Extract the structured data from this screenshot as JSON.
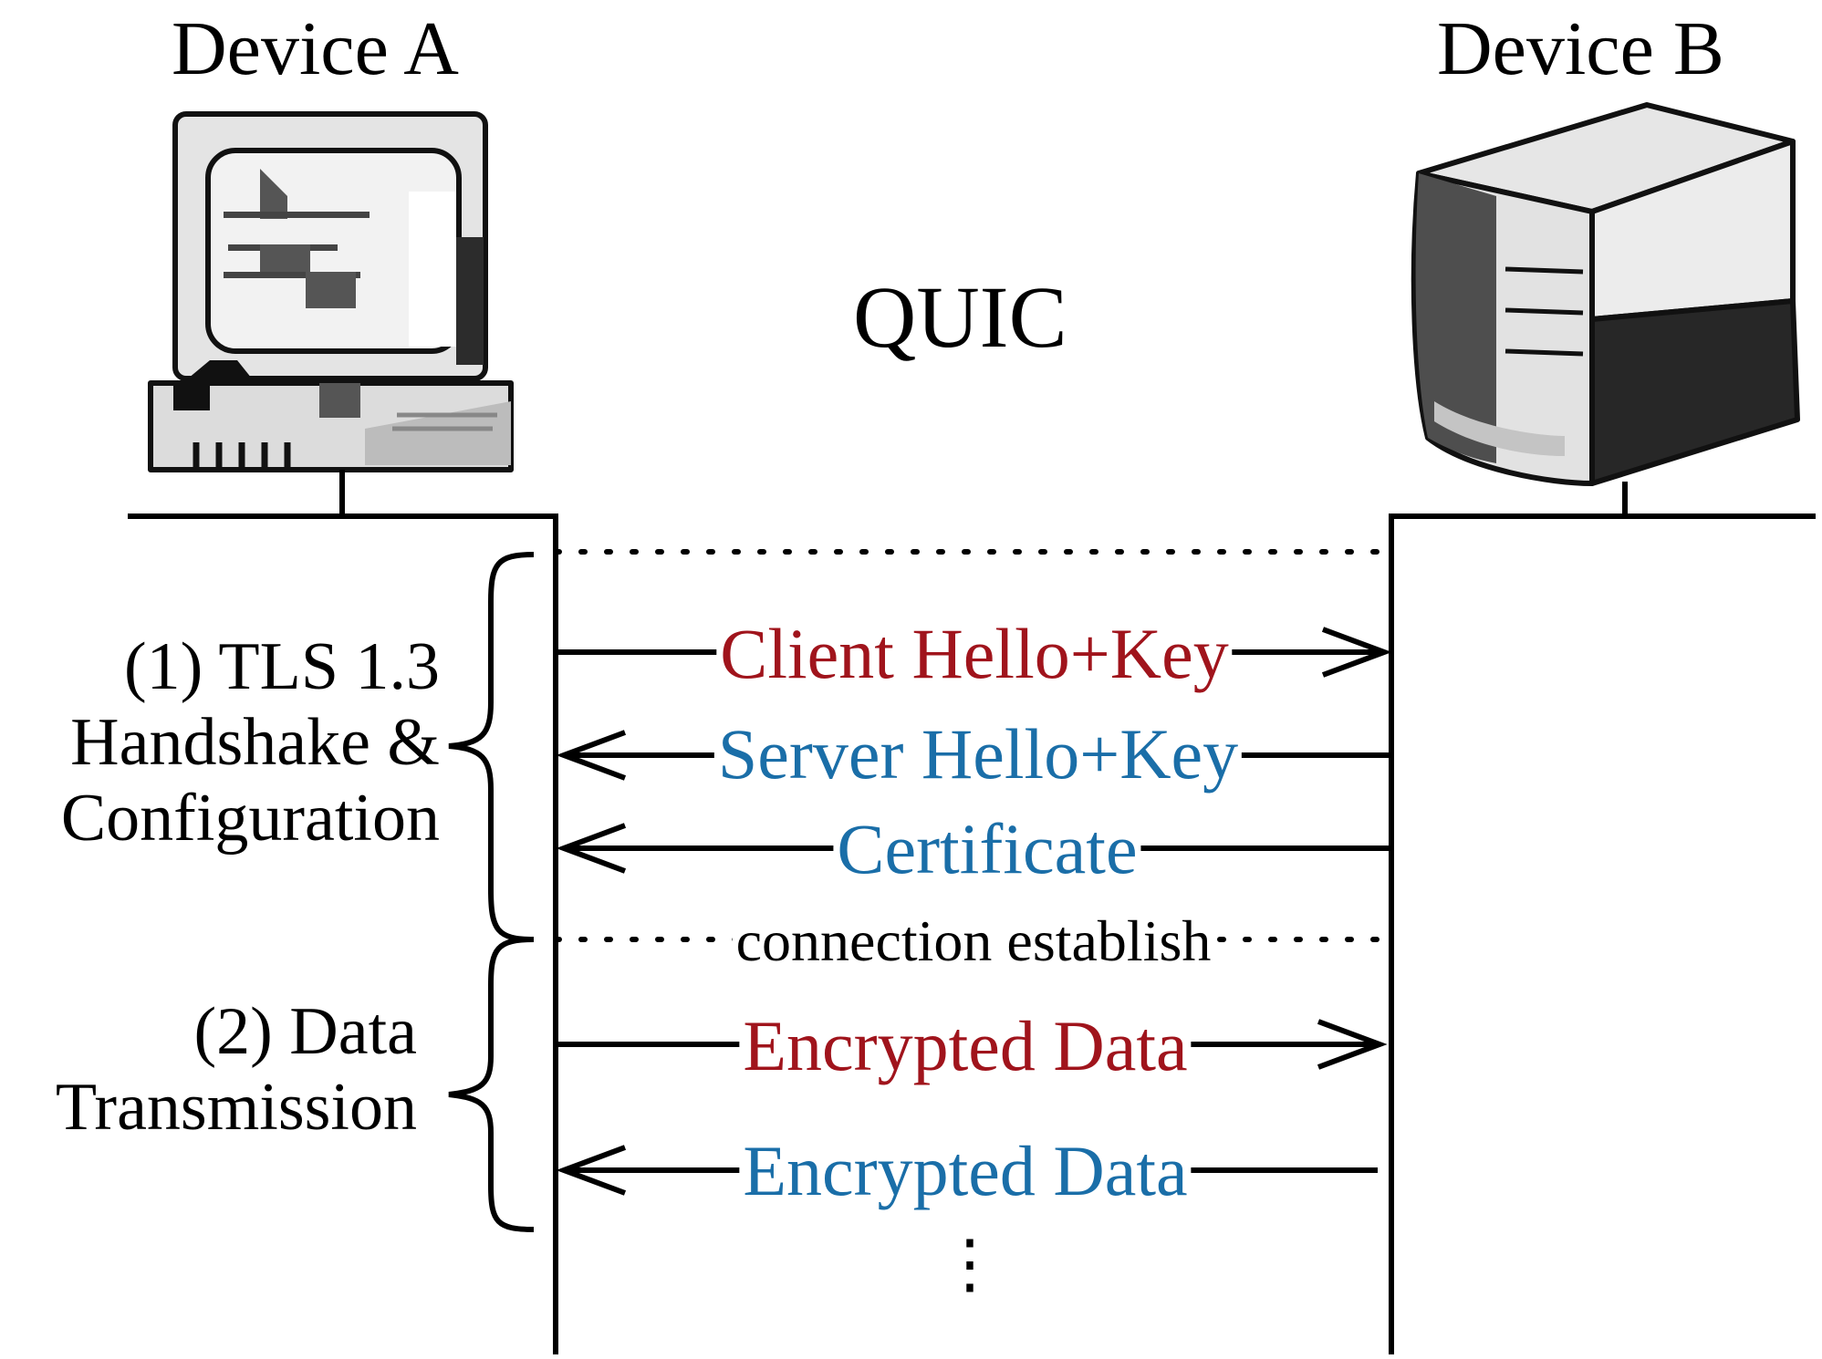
{
  "title": "QUIC",
  "devices": {
    "a": {
      "label": "Device A",
      "icon": "desktop-computer-icon"
    },
    "b": {
      "label": "Device B",
      "icon": "server-icon"
    }
  },
  "phases": [
    {
      "lines": [
        "(1) TLS 1.3",
        "Handshake &",
        "Configuration"
      ]
    },
    {
      "lines": [
        "(2) Data",
        "Transmission"
      ]
    }
  ],
  "messages": [
    {
      "label": "Client Hello+Key",
      "direction": "a-to-b",
      "color": "#a0141c"
    },
    {
      "label": "Server Hello+Key",
      "direction": "b-to-a",
      "color": "#1a6ea8"
    },
    {
      "label": "Certificate",
      "direction": "b-to-a",
      "color": "#1a6ea8"
    },
    {
      "label": "connection establish",
      "direction": "separator",
      "color": "#000000"
    },
    {
      "label": "Encrypted Data",
      "direction": "a-to-b",
      "color": "#a0141c"
    },
    {
      "label": "Encrypted Data",
      "direction": "b-to-a",
      "color": "#1a6ea8"
    }
  ],
  "continuation": "⋮"
}
